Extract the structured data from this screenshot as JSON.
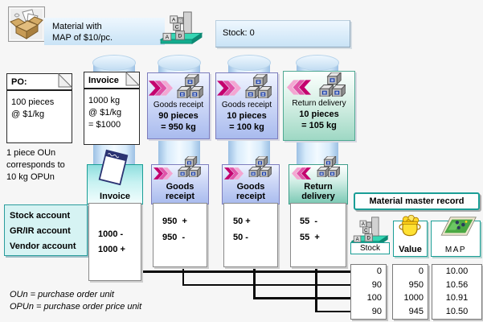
{
  "header": {
    "material_note": "Material with\nMAP of $10/pc.",
    "stock_status": "Stock: 0"
  },
  "documents": {
    "po": {
      "title": "PO:",
      "body": "100 pieces\n@ $1/kg"
    },
    "invoice": {
      "title": "Invoice",
      "body": "1000 kg\n@ $1/kg\n= $1000"
    }
  },
  "notes": {
    "conversion": "1 piece OUn\ncorresponds to\n10 kg OPUn",
    "oun": "OUn = purchase order unit",
    "opun": "OPUn = purchase order price unit"
  },
  "accounts": {
    "lines": "Stock account\nGR/IR account\nVendor account"
  },
  "movements": [
    {
      "label": "Goods receipt",
      "qty": "90 pieces",
      "amount": "= 950 kg",
      "direction": "right"
    },
    {
      "label": "Goods receipt",
      "qty": "10 pieces",
      "amount": "= 100 kg",
      "direction": "right"
    },
    {
      "label": "Return delivery",
      "qty": "10 pieces",
      "amount": "= 105 kg",
      "direction": "left"
    }
  ],
  "postings": [
    {
      "header": "Invoice",
      "entries": [
        "1000 -",
        "1000 +"
      ]
    },
    {
      "header": "Goods\nreceipt",
      "entries": [
        "950  +",
        "950  -"
      ]
    },
    {
      "header": "Goods\nreceipt",
      "entries": [
        "50 +",
        "50 -"
      ]
    },
    {
      "header": "Return\ndelivery",
      "entries": [
        "55  -",
        "55  +"
      ]
    }
  ],
  "material_master": {
    "title": "Material master record",
    "columns": [
      {
        "label": "Stock",
        "values": [
          "0",
          "90",
          "100",
          "90"
        ]
      },
      {
        "label": "Value",
        "values": [
          "0",
          "950",
          "1000",
          "945"
        ]
      },
      {
        "label": "MAP",
        "values": [
          "10.00",
          "10.56",
          "10.91",
          "10.50"
        ]
      }
    ]
  },
  "icons": {
    "stock_letters": [
      "A",
      "B",
      "C",
      "D"
    ]
  },
  "colors": {
    "accent_teal": "#1a9e96",
    "accent_blue": "#a9bbee",
    "accent_green": "#7bc9b4",
    "magenta": "#c4006e"
  }
}
